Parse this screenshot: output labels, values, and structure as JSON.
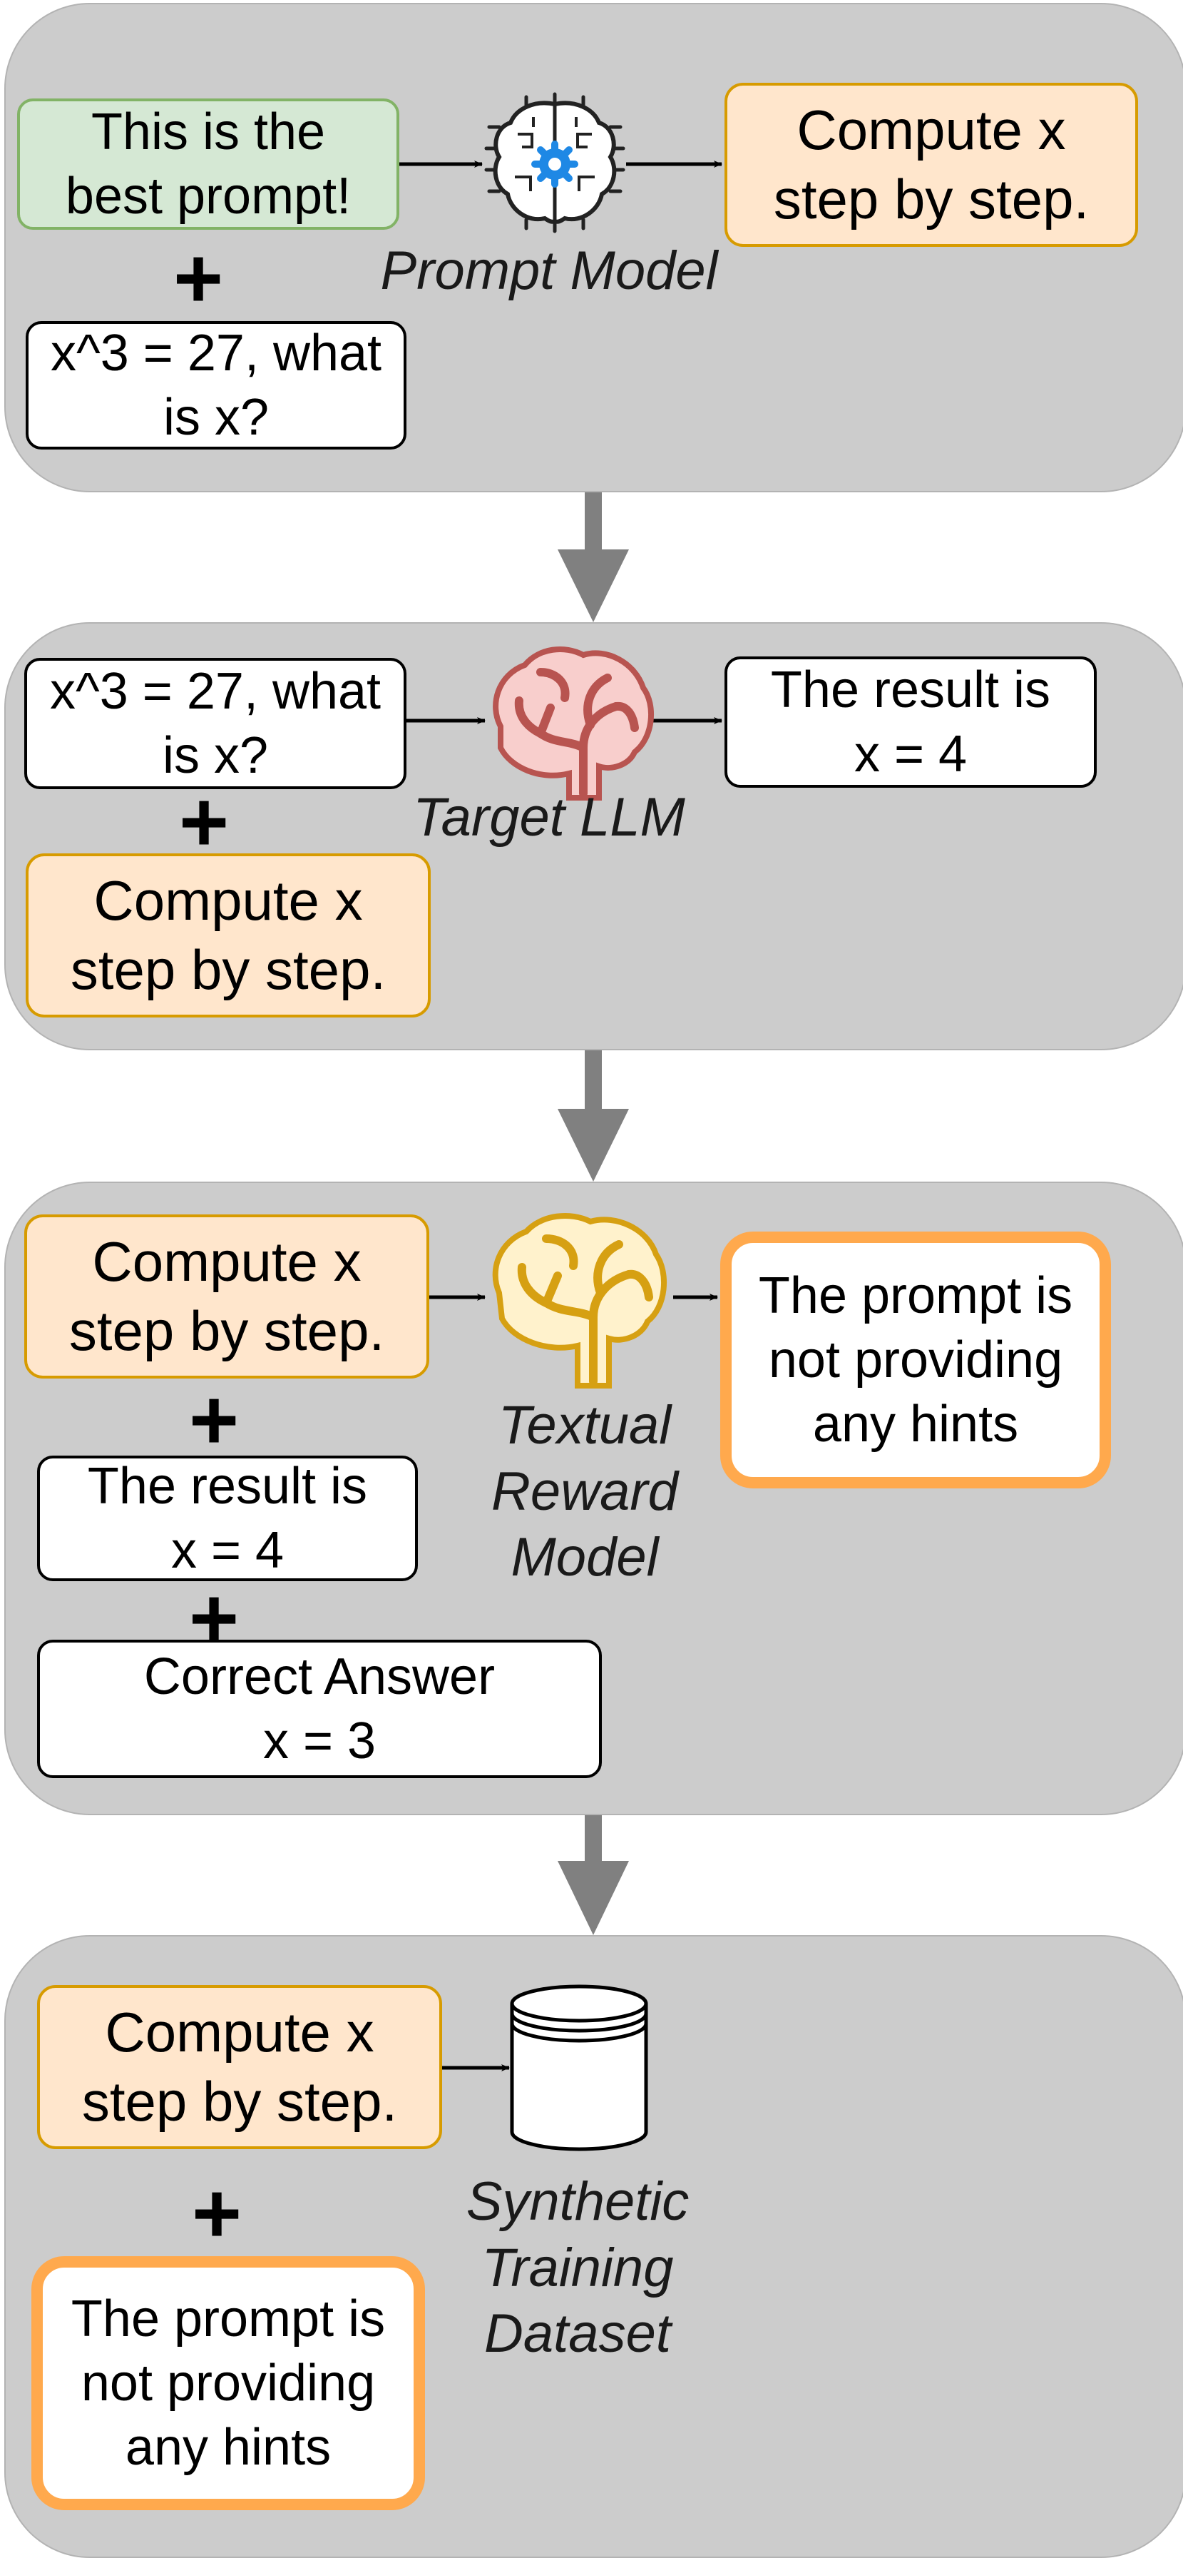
{
  "colors": {
    "panel": "#cccccc",
    "green_fill": "#d5e8d4",
    "green_stroke": "#82b366",
    "orange_fill": "#ffe6cc",
    "orange_stroke": "#d79b00",
    "highlight_stroke": "#ffa94d",
    "flow_arrow": "#808080",
    "target_brain": "#b85450",
    "reward_brain": "#d6a012",
    "chip_accent": "#1e88e5"
  },
  "step1": {
    "meta_prompt": "This is the\nbest prompt!",
    "question": "x^3 = 27, what\nis x?",
    "model_icon": "chip-brain-icon",
    "model_label": "Prompt Model",
    "generated_prompt": "Compute x\nstep by step."
  },
  "step2": {
    "question": "x^3 = 27, what\nis x?",
    "prompt": "Compute x\nstep by step.",
    "model_icon": "brain-icon",
    "model_label": "Target LLM",
    "answer": "The result is\nx = 4"
  },
  "step3": {
    "prompt": "Compute x\nstep by step.",
    "answer": "The result is\nx = 4",
    "correct_answer": "Correct Answer\nx = 3",
    "model_icon": "brain-icon",
    "model_label": "Textual\nReward\nModel",
    "feedback": "The prompt is\nnot providing\nany hints"
  },
  "step4": {
    "prompt": "Compute x\nstep by step.",
    "feedback": "The prompt is\nnot providing\nany hints",
    "dataset_icon": "database-icon",
    "dataset_label": "Synthetic\nTraining\nDataset"
  },
  "plus_symbol": "+"
}
